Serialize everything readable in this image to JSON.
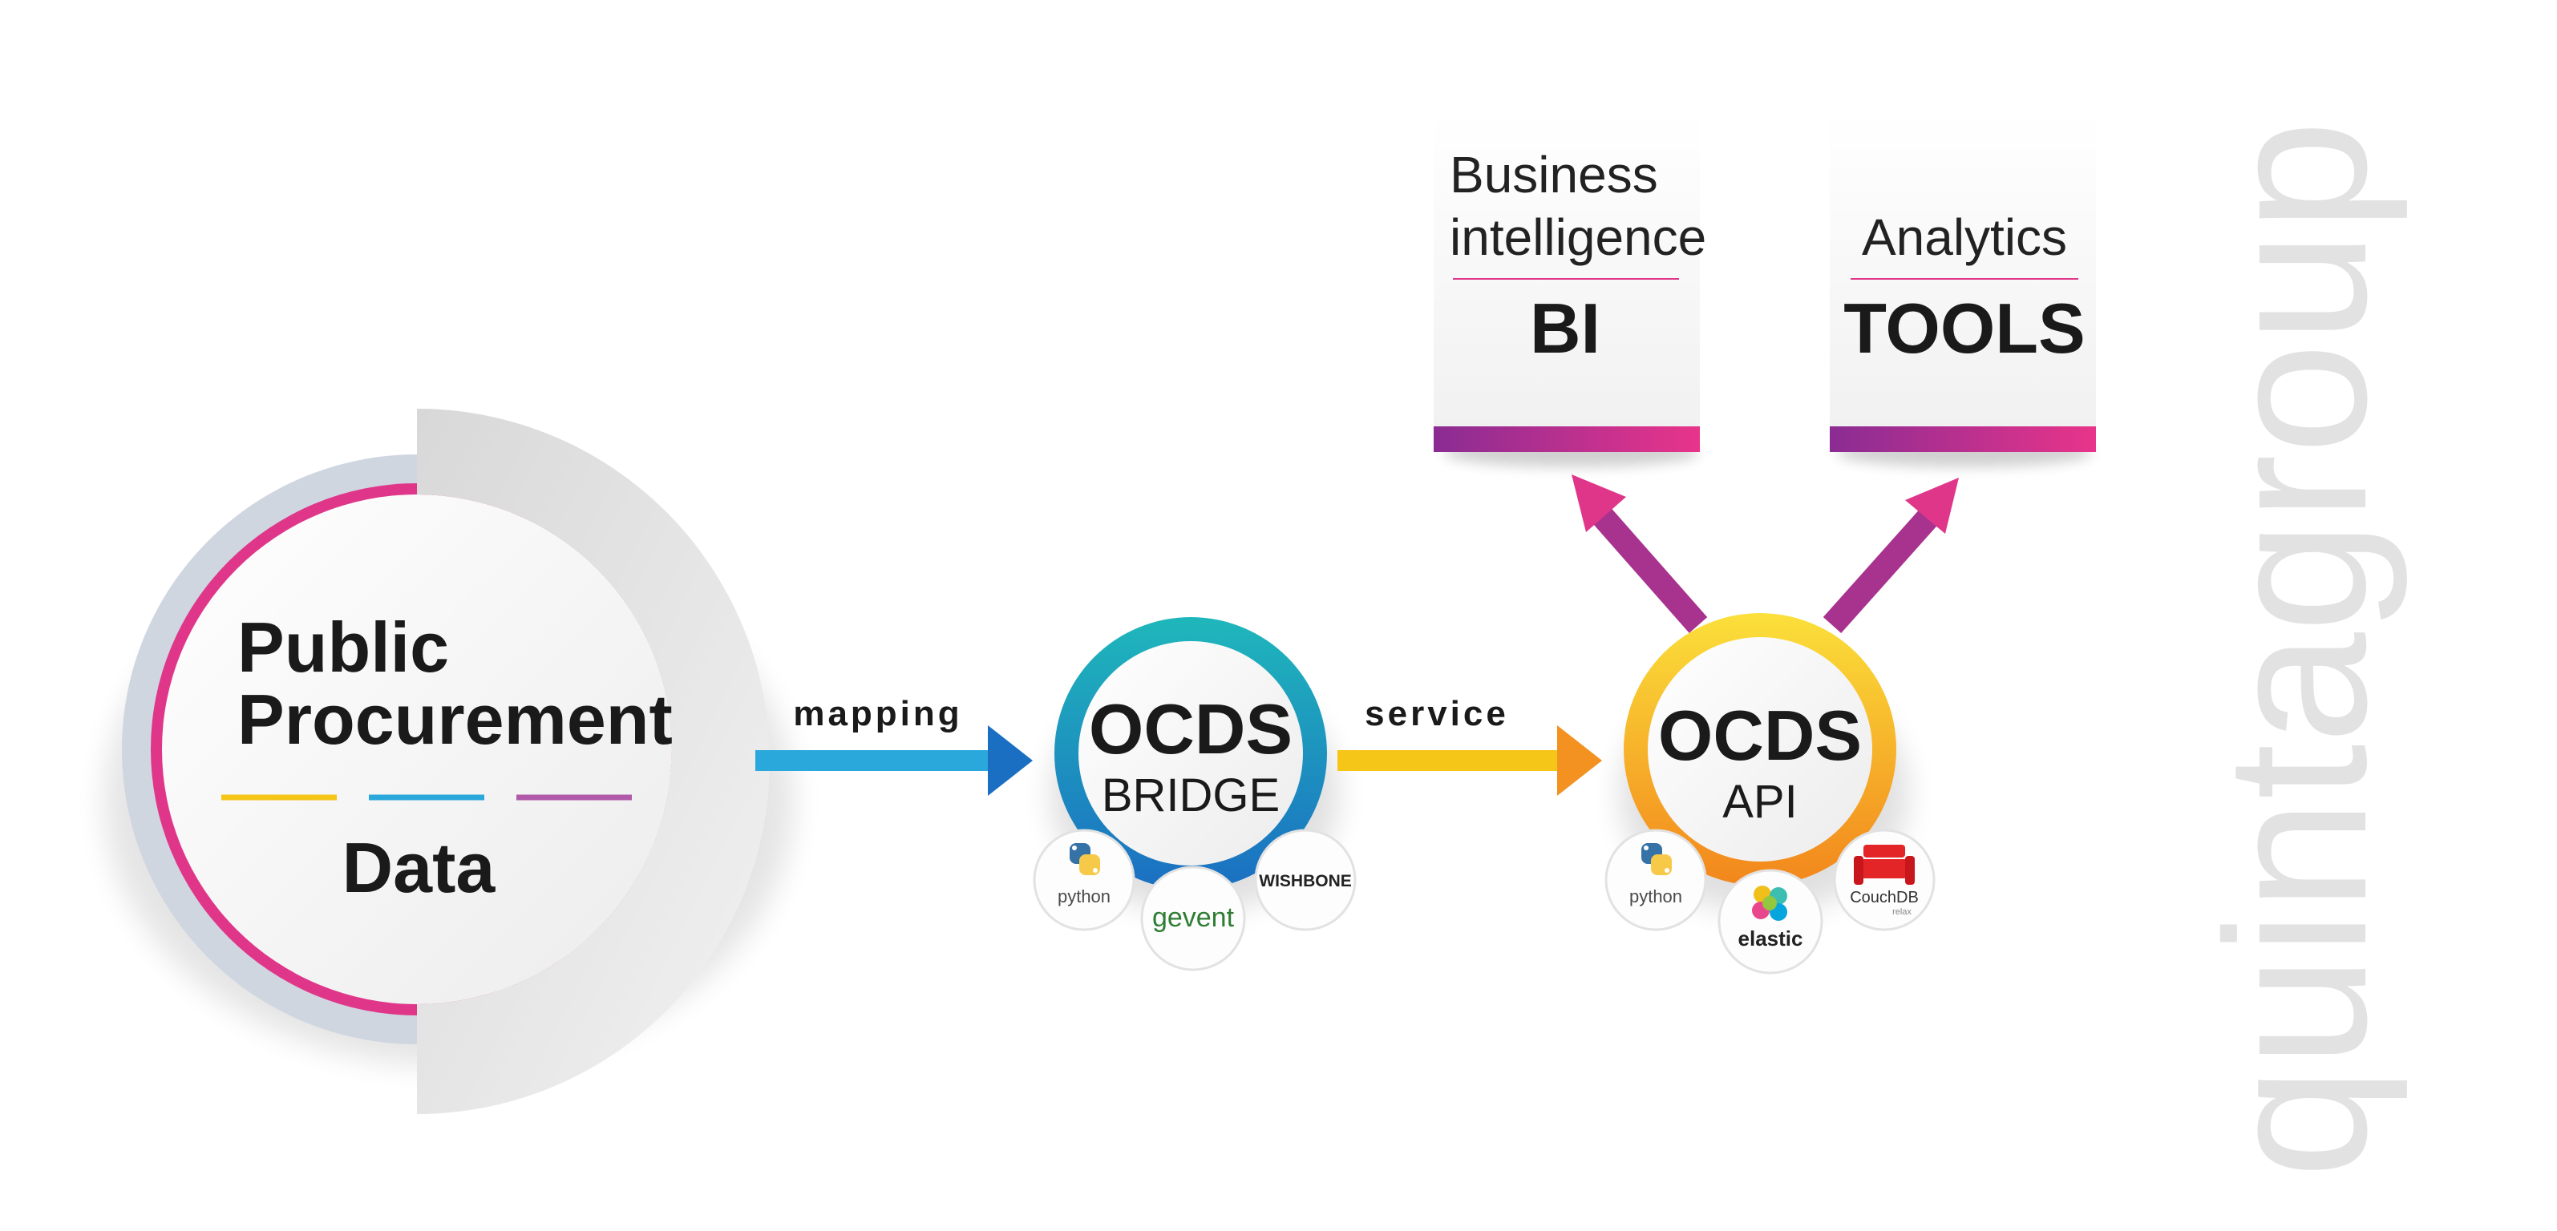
{
  "main_node": {
    "line1": "Public",
    "line2": "Procurement",
    "line3": "Data"
  },
  "edges": {
    "mapping": "mapping",
    "service": "service"
  },
  "bridge_node": {
    "title": "OCDS",
    "subtitle": "BRIDGE",
    "badges": {
      "python": "python",
      "gevent": "gevent",
      "wishbone": "WISHBONE"
    }
  },
  "api_node": {
    "title": "OCDS",
    "subtitle": "API",
    "badges": {
      "python": "python",
      "elastic": "elastic",
      "couchdb": "CouchDB",
      "couchdb_sub": "relax"
    }
  },
  "bi_card": {
    "line1": "Business",
    "line2": "intelligence",
    "label": "BI"
  },
  "tools_card": {
    "line1": "Analytics",
    "label": "TOOLS"
  },
  "watermark": "quintagroup",
  "colors": {
    "pink": "#e0368a",
    "purple": "#9c2f9a",
    "blue": "#2aa8dc",
    "yellow": "#f5c518",
    "teal": "#1aa7b8",
    "orange": "#f39121"
  }
}
